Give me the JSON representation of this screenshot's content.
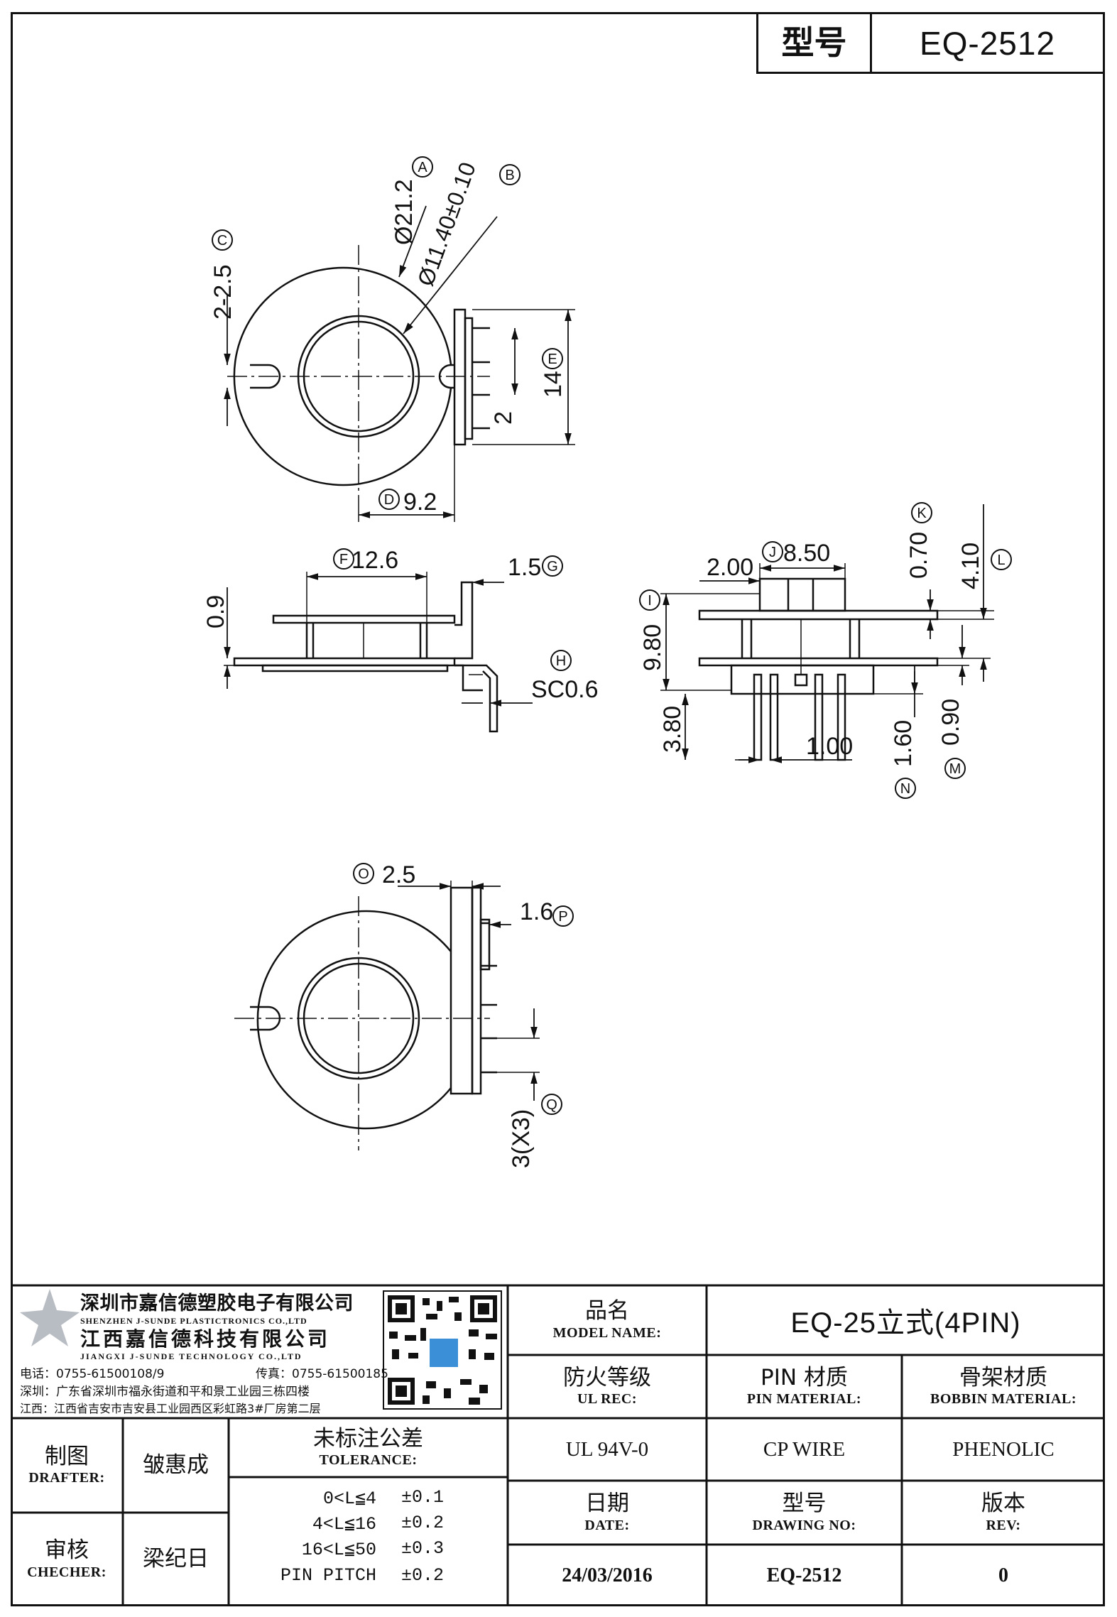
{
  "header": {
    "model_label": "型号",
    "model_value": "EQ-2512"
  },
  "dimensions": {
    "A": "A",
    "B": "B",
    "C": "C",
    "D": "D",
    "E": "E",
    "F": "F",
    "G": "G",
    "H": "H",
    "I": "I",
    "J": "J",
    "K": "K",
    "L": "L",
    "M": "M",
    "N": "N",
    "O": "O",
    "P": "P",
    "Q": "Q",
    "dia_a": "Ø21.2",
    "dia_b": "Ø11.40±0.10",
    "slot_c": "2-2.5",
    "span_e": "14",
    "pitch_2": "2",
    "d_val": "9.2",
    "f_val": "12.6",
    "g_val": "1.5",
    "h_val": "SC0.6",
    "height_09": "0.9",
    "i_val": "9.80",
    "j_val": "8.50",
    "pos_200": "2.00",
    "k_val": "0.70",
    "l_val": "4.10",
    "pin_380": "3.80",
    "pin_100": "1.00",
    "n_val": "1.60",
    "m_val": "0.90",
    "o_val": "2.5",
    "p_val": "1.6",
    "q_val": "3(X3)"
  },
  "company": {
    "name_sz": "深圳市嘉信德塑胶电子有限公司",
    "name_sz_en": "SHENZHEN J-SUNDE PLASTICTRONICS CO.,LTD",
    "name_jx": "江西嘉信德科技有限公司",
    "name_jx_en": "JIANGXI J-SUNDE TECHNOLOGY CO.,LTD",
    "phone": "电话：0755-61500108/9",
    "fax": "传真：0755-61500185",
    "addr_sz": "深圳：广东省深圳市福永街道和平和景工业园三栋四楼",
    "addr_jx": "江西：江西省吉安市吉安县工业园西区彩虹路3#厂房第二层"
  },
  "title_block": {
    "model_name_cn": "品名",
    "model_name_en": "MODEL NAME:",
    "model_name_value": "EQ-25立式(4PIN)",
    "ul_rec_cn": "防火等级",
    "ul_rec_en": "UL REC:",
    "ul_rec_value": "UL 94V-0",
    "pin_mat_cn": "PIN 材质",
    "pin_mat_en": "PIN MATERIAL:",
    "pin_mat_value": "CP WIRE",
    "bobbin_mat_cn": "骨架材质",
    "bobbin_mat_en": "BOBBIN MATERIAL:",
    "bobbin_mat_value": "PHENOLIC",
    "date_cn": "日期",
    "date_en": "DATE:",
    "date_value": "24/03/2016",
    "drawing_no_cn": "型号",
    "drawing_no_en": "DRAWING NO:",
    "drawing_no_value": "EQ-2512",
    "rev_cn": "版本",
    "rev_en": "REV:",
    "rev_value": "0",
    "drafter_cn": "制图",
    "drafter_en": "DRAFTER:",
    "drafter_name": "皱惠成",
    "checker_cn": "审核",
    "checker_en": "CHECHER:",
    "checker_name": "梁纪日",
    "tolerance_cn": "未标注公差",
    "tolerance_en": "TOLERANCE:",
    "tolerances": [
      {
        "range": "0<L≦4",
        "value": "±0.1"
      },
      {
        "range": "4<L≦16",
        "value": "±0.2"
      },
      {
        "range": "16<L≦50",
        "value": "±0.3"
      },
      {
        "range": "PIN PITCH",
        "value": "±0.2"
      }
    ]
  }
}
